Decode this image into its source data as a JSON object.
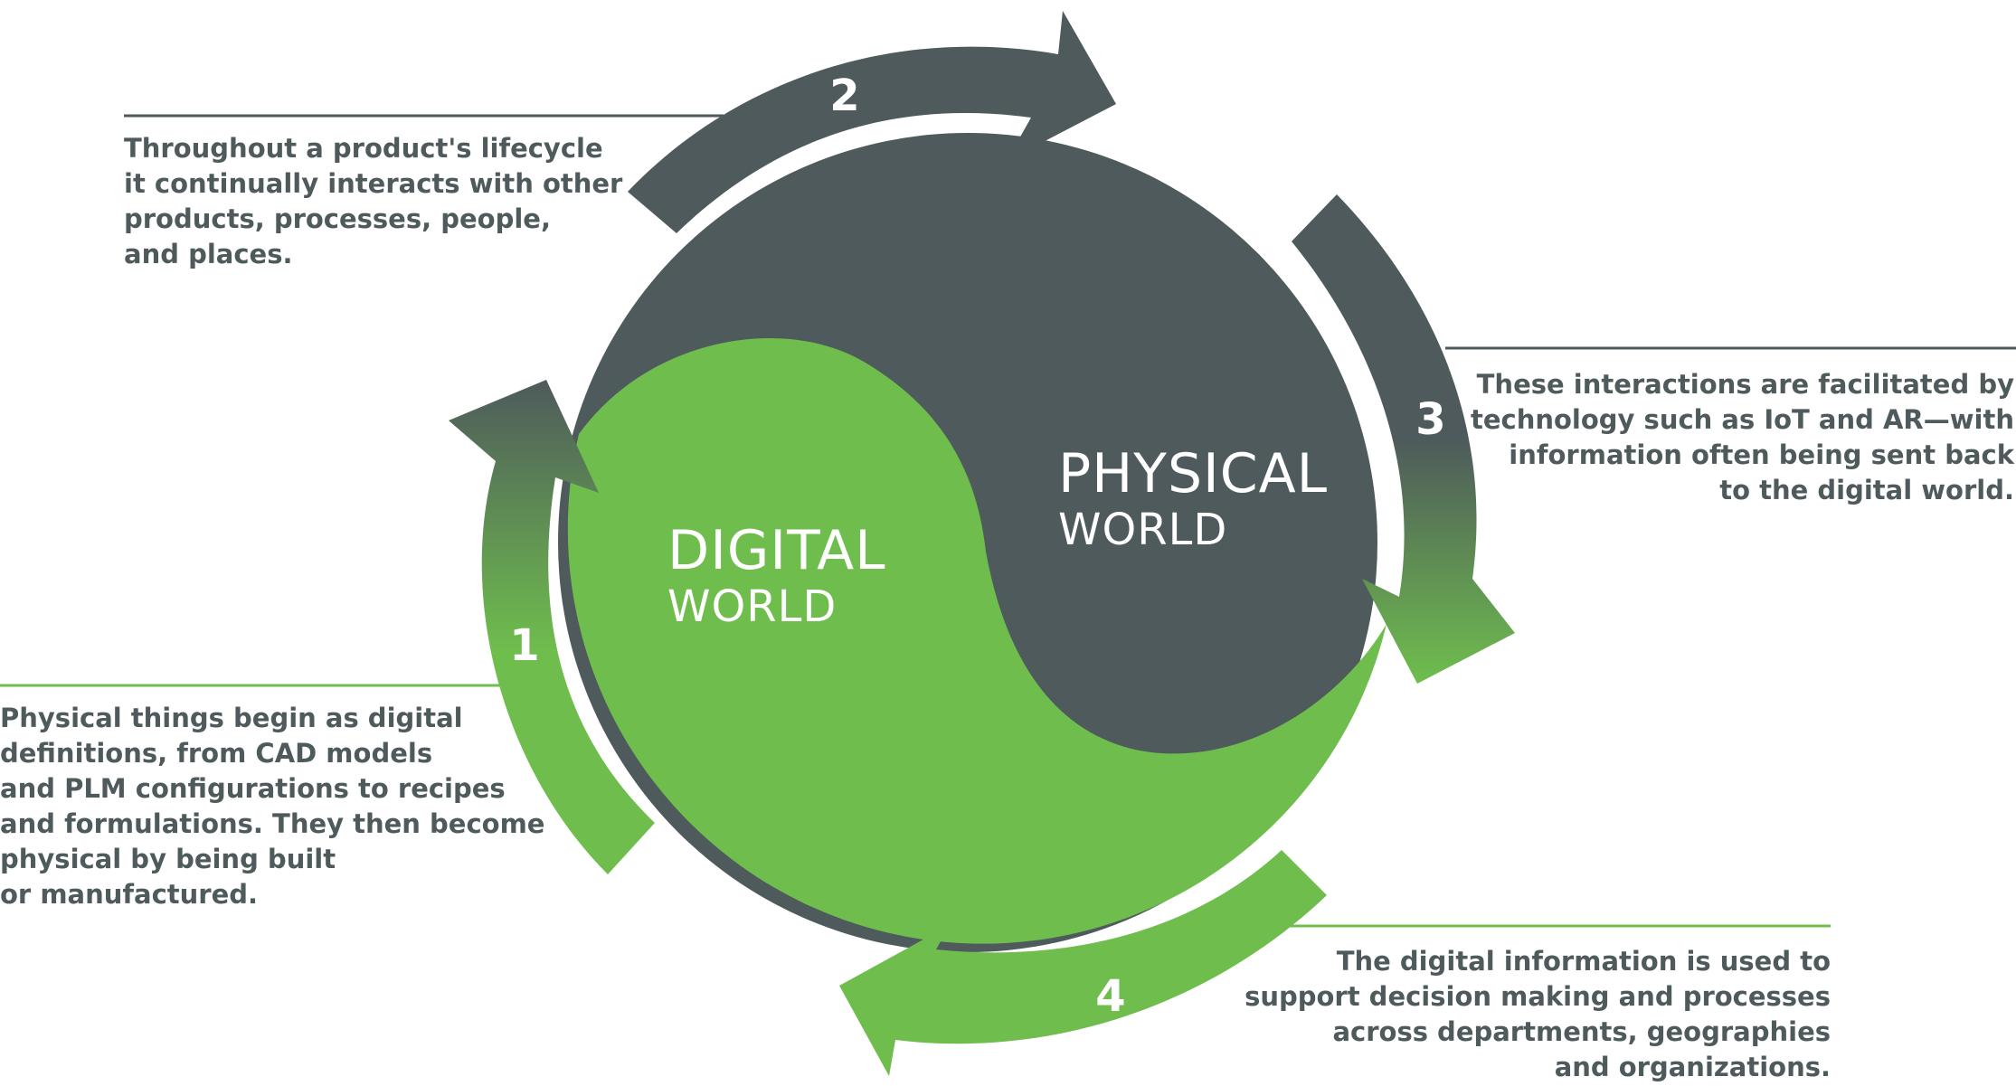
{
  "colors": {
    "dark": "#4e5a5b",
    "green": "#6fbe4d",
    "white": "#ffffff"
  },
  "worlds": {
    "digital": {
      "line1": "DIGITAL",
      "line2": "WORLD"
    },
    "physical": {
      "line1": "PHYSICAL",
      "line2": "WORLD"
    }
  },
  "steps": [
    {
      "number": "1",
      "caption": [
        "Physical things begin as digital",
        "definitions, from CAD models",
        "and PLM configurations to recipes",
        "and formulations. They then become",
        "physical by being built",
        "or manufactured."
      ]
    },
    {
      "number": "2",
      "caption": [
        "Throughout a product's lifecycle",
        "it continually interacts with other",
        "products, processes, people,",
        "and places."
      ]
    },
    {
      "number": "3",
      "caption": [
        "These interactions are facilitated by",
        "technology such as IoT and AR—with",
        "information often being sent back",
        "to the digital world."
      ]
    },
    {
      "number": "4",
      "caption": [
        "The digital information is used to",
        "support decision making and processes",
        "across departments, geographies",
        "and organizations."
      ]
    }
  ]
}
